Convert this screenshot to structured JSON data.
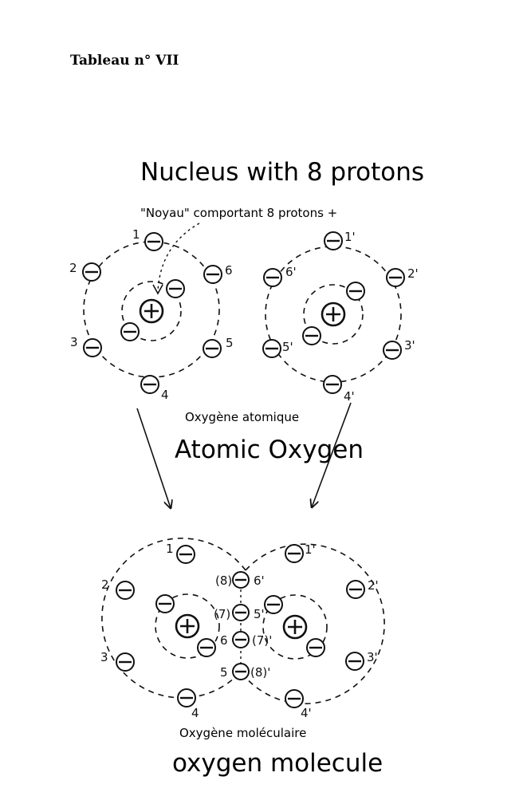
{
  "header": {
    "table_label": "Tableau n° VII"
  },
  "titles": {
    "nucleus_caption": "Nucleus with 8 protons",
    "noyau_label": "\"Noyau\" comportant 8 protons +",
    "atomic_fr": "Oxygène atomique",
    "atomic_en": "Atomic Oxygen",
    "molecular_fr": "Oxygène moléculaire",
    "molecular_en": "oxygen molecule"
  },
  "atom_left": {
    "electron_labels": [
      "1",
      "2",
      "3",
      "4",
      "5",
      "6"
    ]
  },
  "atom_right": {
    "electron_labels": [
      "1'",
      "2'",
      "3'",
      "4'",
      "5'",
      "6'"
    ]
  },
  "molecule": {
    "left_labels": [
      "1",
      "2",
      "3",
      "4"
    ],
    "right_labels": [
      "1'",
      "2'",
      "3'",
      "4'"
    ],
    "bond_labels": [
      "(8)",
      "6'",
      "(7)",
      "5'",
      "6",
      "(7)'",
      "5",
      "(8)'"
    ]
  }
}
